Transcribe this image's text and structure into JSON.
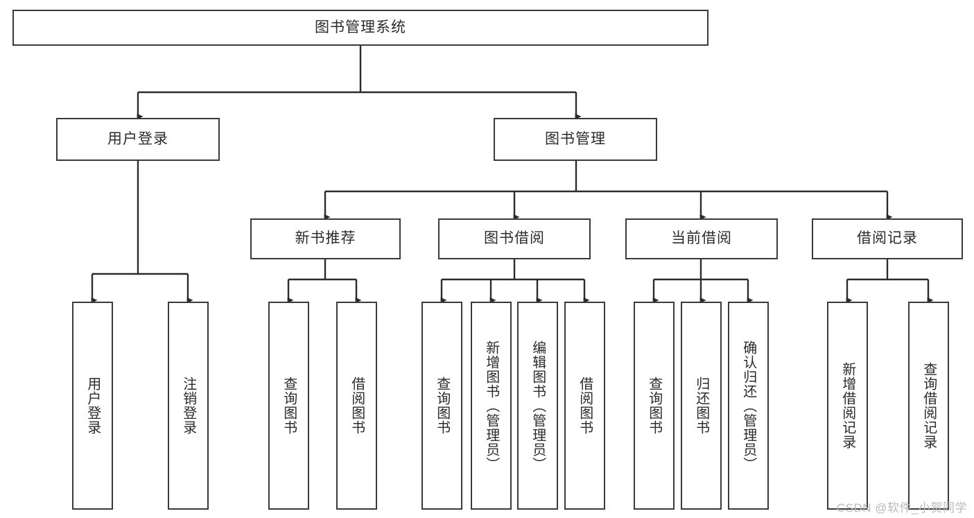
{
  "diagram": {
    "title": "图书管理系统",
    "type": "tree-hierarchy",
    "orientation": "top-down",
    "colors": {
      "box_border": "#3a3a3a",
      "box_fill": "#ffffff",
      "edge": "#2b2b2b",
      "text": "#2b2b2b",
      "watermark": "#b9b9b9",
      "background": "#ffffff"
    },
    "root": {
      "label": "图书管理系统"
    },
    "level2": [
      {
        "label": "用户登录"
      },
      {
        "label": "图书管理"
      }
    ],
    "level3": [
      {
        "label": "新书推荐"
      },
      {
        "label": "图书借阅"
      },
      {
        "label": "当前借阅"
      },
      {
        "label": "借阅记录"
      }
    ],
    "leaves": {
      "user_login": [
        {
          "label": "用户登录"
        },
        {
          "label": "注销登录"
        }
      ],
      "new_book_recommend": [
        {
          "label": "查询图书"
        },
        {
          "label": "借阅图书"
        }
      ],
      "book_borrow": [
        {
          "label": "查询图书"
        },
        {
          "label": "新增图书（管理员）"
        },
        {
          "label": "编辑图书（管理员）"
        },
        {
          "label": "借阅图书"
        }
      ],
      "current_borrow": [
        {
          "label": "查询图书"
        },
        {
          "label": "归还图书"
        },
        {
          "label": "确认归还（管理员）"
        }
      ],
      "borrow_record": [
        {
          "label": "新增借阅记录"
        },
        {
          "label": "查询借阅记录"
        }
      ]
    },
    "watermark": "CSDN @软件_小贺同学"
  }
}
